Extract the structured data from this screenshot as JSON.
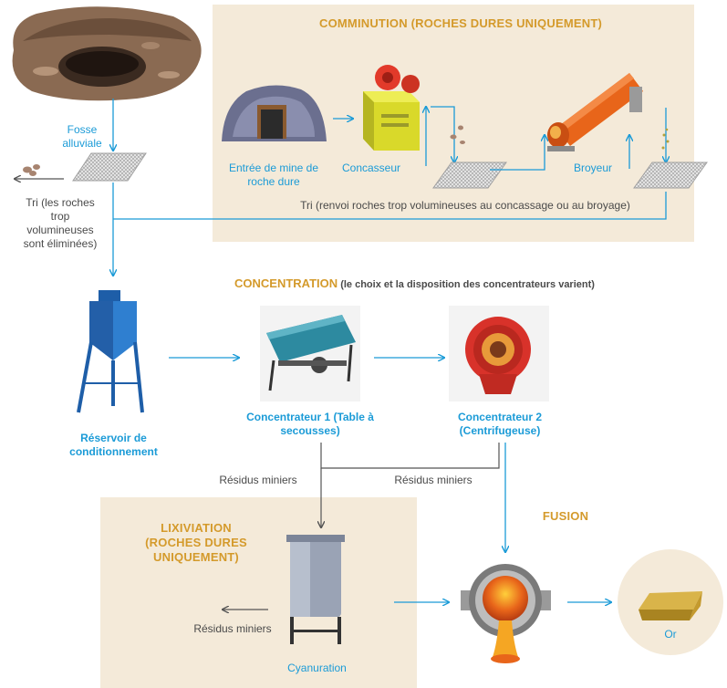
{
  "colors": {
    "flow": "#1b9bd7",
    "gray_line": "#555555",
    "panel": "#f4ead9",
    "header": "#d49a2b"
  },
  "comminution": {
    "title": "COMMINUTION (ROCHES DURES UNIQUEMENT)",
    "hard_rock_mine": "Entrée de mine de roche dure",
    "crusher": "Concasseur",
    "mill": "Broyeur",
    "sorting": "Tri (renvoi roches trop volumineuses au concassage ou au broyage)"
  },
  "alluvial": {
    "pit": "Fosse alluviale",
    "sorting": "Tri (les roches trop volumineuses sont éliminées)"
  },
  "concentration": {
    "title": "CONCENTRATION",
    "subtitle": " (le choix et la disposition des concentrateurs varient)",
    "tank": "Réservoir de conditionnement",
    "conc1": "Concentrateur 1 (Table à secousses)",
    "conc2": "Concentrateur 2 (Centrifugeuse)",
    "tailings_1": "Résidus miniers",
    "tailings_2": "Résidus miniers"
  },
  "leaching": {
    "title": "LIXIVIATION (ROCHES DURES UNIQUEMENT)",
    "cyanidation": "Cyanuration",
    "tailings": "Résidus miniers"
  },
  "fusion": {
    "title": "FUSION",
    "gold": "Or"
  }
}
